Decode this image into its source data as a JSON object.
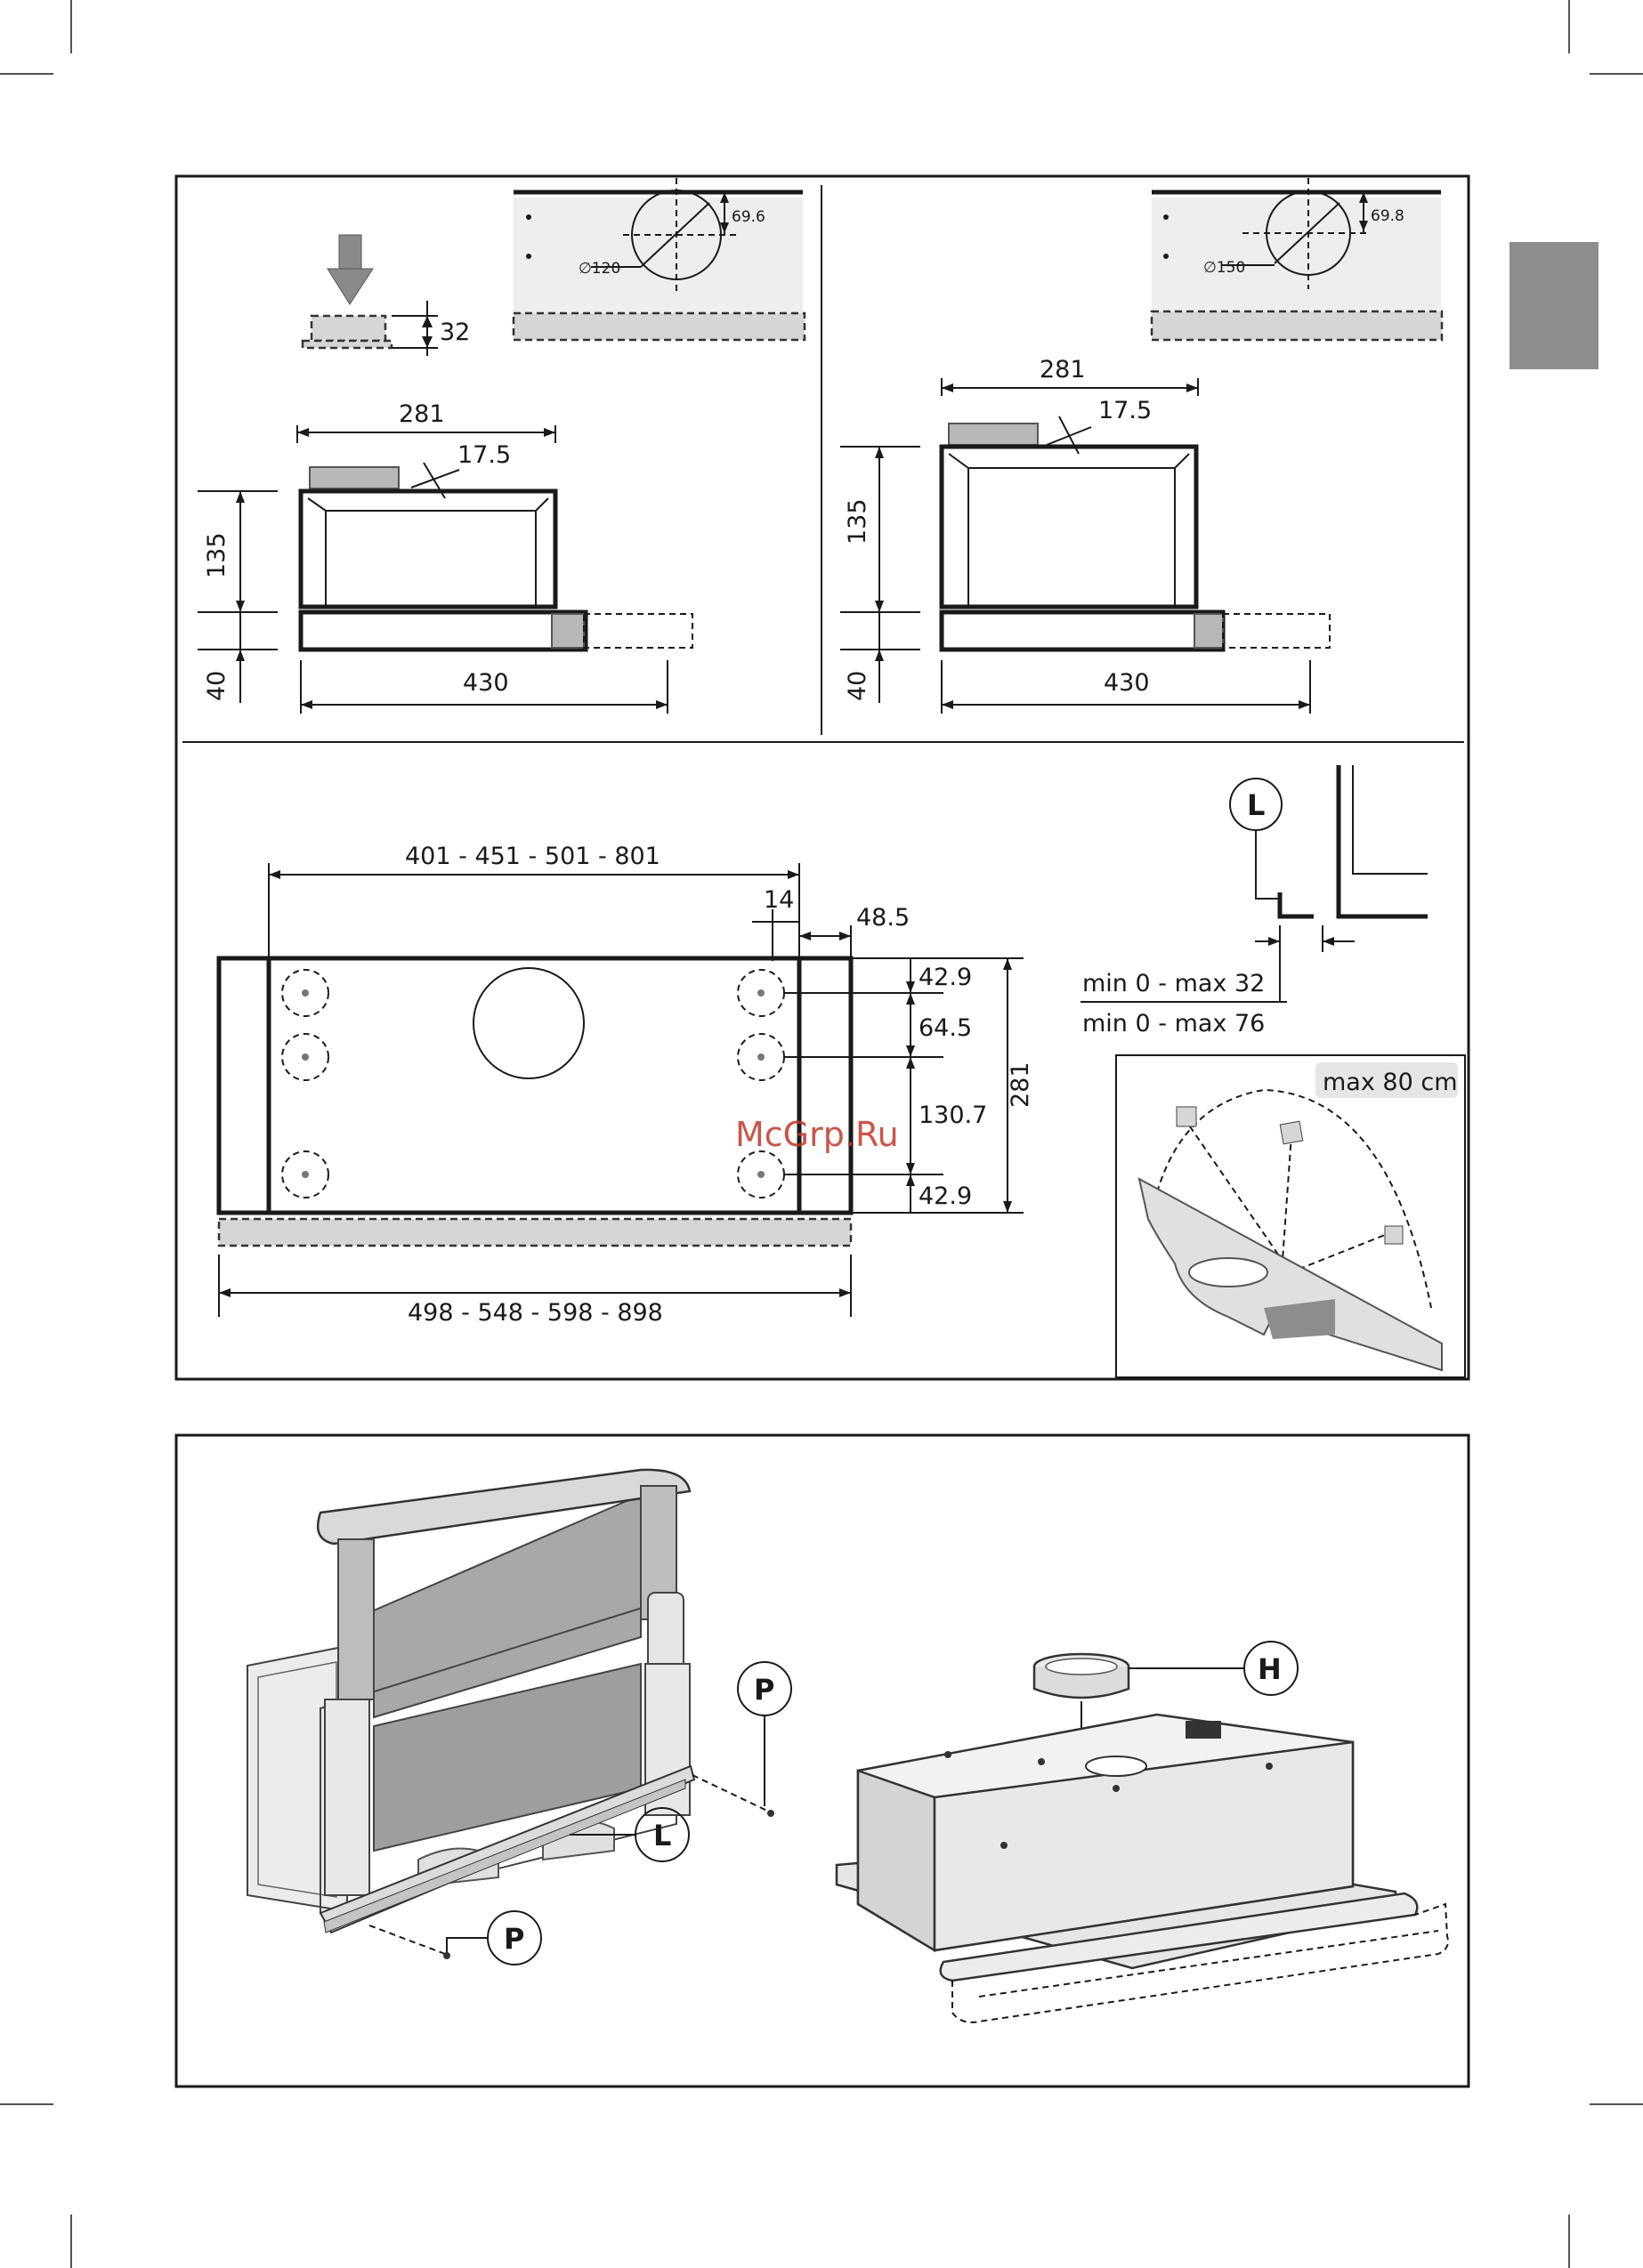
{
  "watermark": "McGrp.Ru",
  "top_left": {
    "dim_32": "32",
    "dim_69_6": "69.6",
    "dim_d120": "∅120",
    "dim_281": "281",
    "dim_17_5": "17.5",
    "dim_135": "135",
    "dim_40": "40",
    "dim_430": "430"
  },
  "top_right": {
    "dim_69_8": "69.8",
    "dim_d150": "∅150",
    "dim_281": "281",
    "dim_17_5": "17.5",
    "dim_135": "135",
    "dim_40": "40",
    "dim_430": "430"
  },
  "plan": {
    "width_inner": "401 - 451 - 501 - 801",
    "dim_14": "14",
    "dim_48_5": "48.5",
    "dim_42_9_top": "42.9",
    "dim_64_5": "64.5",
    "dim_130_7": "130.7",
    "dim_42_9_bottom": "42.9",
    "dim_281": "281",
    "width_outer": "498 - 548 - 598 - 898"
  },
  "detail_l": {
    "label": "L",
    "range_1": "min 0 - max 32",
    "range_2": "min 0 - max 76"
  },
  "inset": {
    "label": "max 80 cm"
  },
  "assembly": {
    "label_p_top": "P",
    "label_l": "L",
    "label_p_bottom": "P",
    "label_h": "H"
  }
}
